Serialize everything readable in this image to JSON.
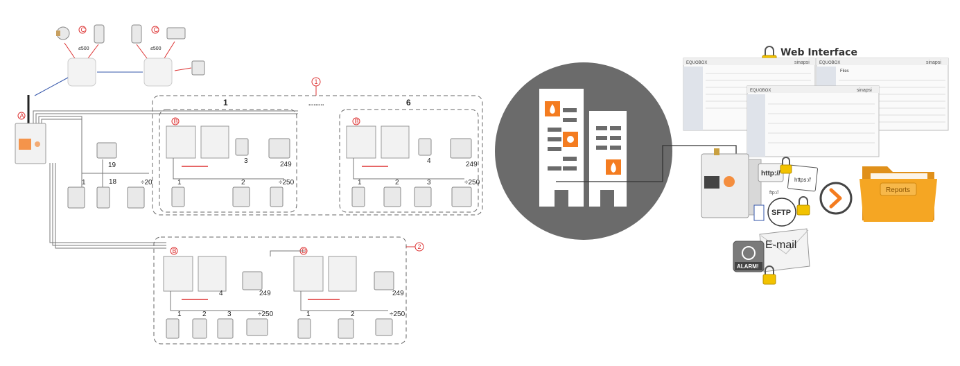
{
  "labels": {
    "web_interface": "Web Interface",
    "group1": "1",
    "group6": "6",
    "dots": ".........",
    "circle1": "1",
    "circle2": "2",
    "marker_a": "A",
    "marker_b": "B",
    "marker_c": "C",
    "marker_d": "D",
    "dist500": "≤500",
    "reports": "Reports",
    "http": "http://",
    "https": "https://",
    "ftp": "ftp://",
    "sftp": "SFTP",
    "email": "E-mail",
    "alarm": "ALARM!",
    "brand": "sinapsi",
    "equo": "EQUOBOX",
    "files": "Files",
    "n1": "1",
    "n2": "2",
    "n3": "3",
    "n4": "4",
    "n18": "18",
    "n19": "19",
    "n20": "÷20",
    "n249": "249",
    "n250": "÷250"
  },
  "colors": {
    "circle": "#6b6b6b",
    "orange": "#f47c20",
    "red_marker": "#dd3333",
    "folder": "#f5a623",
    "lock": "#f2c200"
  }
}
